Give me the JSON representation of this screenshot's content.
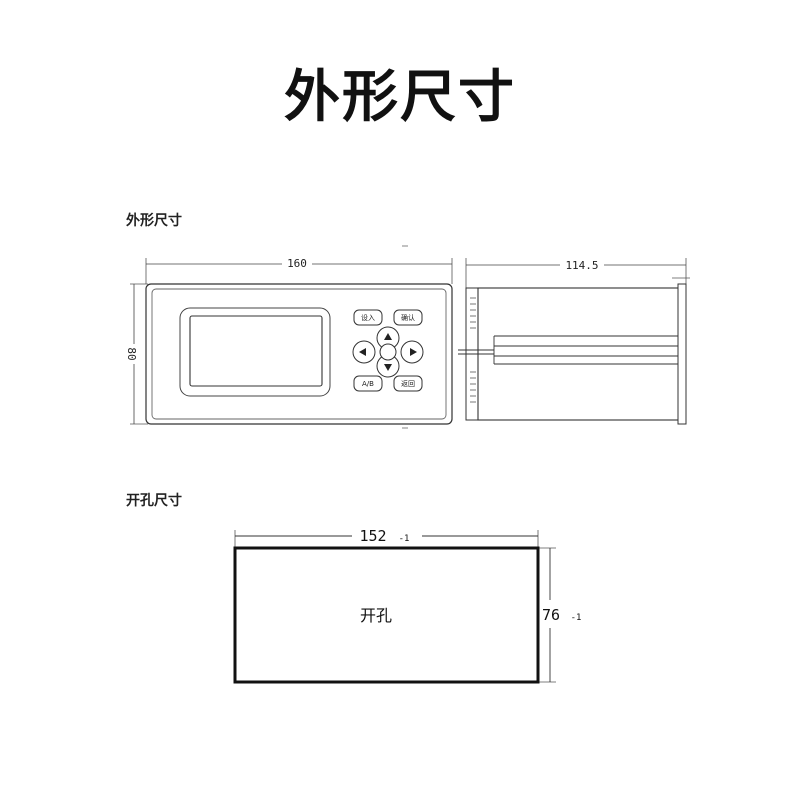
{
  "page": {
    "title": "外形尺寸"
  },
  "outline": {
    "label": "外形尺寸",
    "front_width": "160",
    "front_height": "80",
    "side_depth": "114.5",
    "buttons": {
      "top_left": "设入",
      "top_right": "确认",
      "bottom_left": "A/B",
      "bottom_right": "返回"
    }
  },
  "cutout": {
    "label": "开孔尺寸",
    "width": "152",
    "width_tol": "-1",
    "height": "76",
    "height_tol": "-1",
    "center_text": "开孔"
  }
}
